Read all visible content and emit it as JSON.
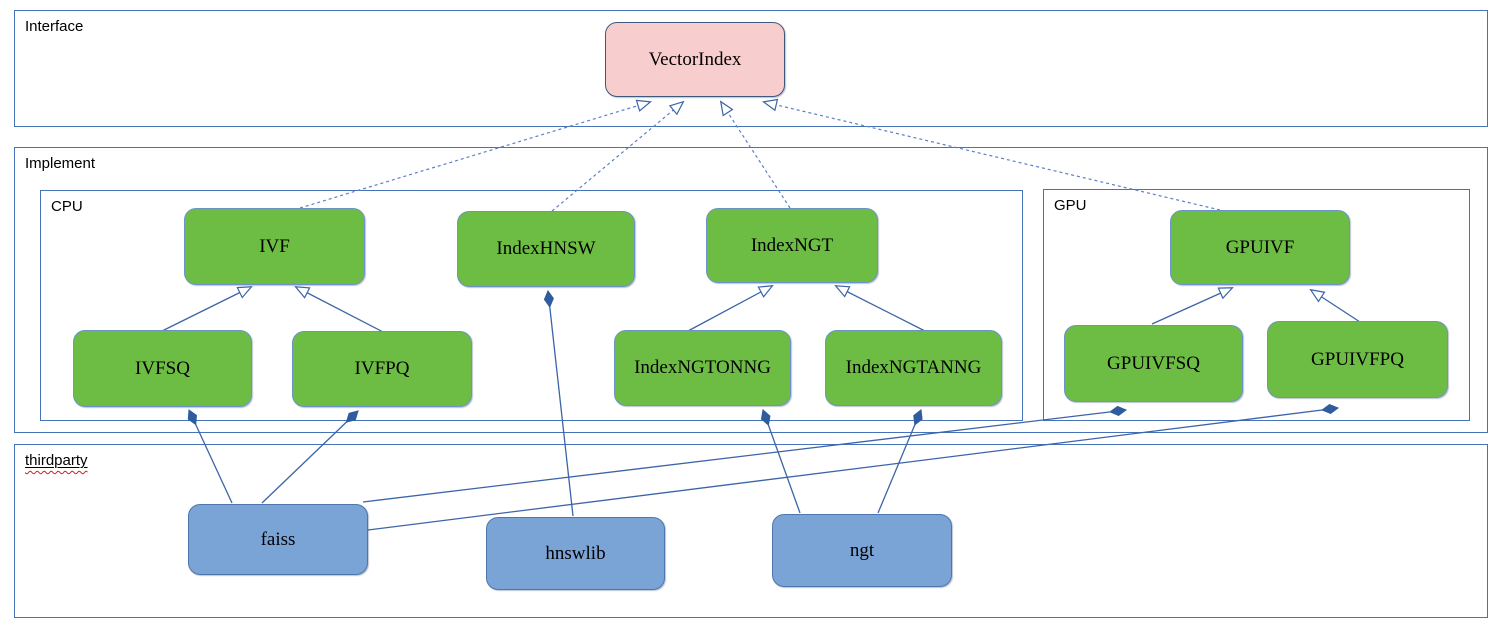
{
  "colors": {
    "node_green": "#6dbd45",
    "node_green_border": "#6b94c4",
    "node_blue": "#7aa3d6",
    "node_blue_border": "#4d77ac",
    "node_pink": "#f8cdcd",
    "node_pink_border": "#3d5a7e",
    "container_border": "#4673b8",
    "solid_edge": "#3c64a8",
    "dashed_edge": "#5b7fc7",
    "diamond": "#2e5c9e",
    "squiggle_red": "#cc1f1f"
  },
  "containers": {
    "interface": {
      "label": "Interface"
    },
    "implement": {
      "label": "Implement"
    },
    "cpu": {
      "label": "CPU"
    },
    "gpu": {
      "label": "GPU"
    },
    "thirdparty": {
      "label": "thirdparty"
    }
  },
  "nodes": {
    "vector_index": {
      "label": "VectorIndex",
      "kind": "interface"
    },
    "ivf": {
      "label": "IVF",
      "kind": "cpu-class"
    },
    "index_hnsw": {
      "label": "IndexHNSW",
      "kind": "cpu-class"
    },
    "index_ngt": {
      "label": "IndexNGT",
      "kind": "cpu-class"
    },
    "ivfsq": {
      "label": "IVFSQ",
      "kind": "cpu-class"
    },
    "ivfpq": {
      "label": "IVFPQ",
      "kind": "cpu-class"
    },
    "index_ngtonng": {
      "label": "IndexNGTONNG",
      "kind": "cpu-class"
    },
    "index_ngtanng": {
      "label": "IndexNGTANNG",
      "kind": "cpu-class"
    },
    "gpuivf": {
      "label": "GPUIVF",
      "kind": "gpu-class"
    },
    "gpuivfsq": {
      "label": "GPUIVFSQ",
      "kind": "gpu-class"
    },
    "gpuivfpq": {
      "label": "GPUIVFPQ",
      "kind": "gpu-class"
    },
    "faiss": {
      "label": "faiss",
      "kind": "thirdparty-lib"
    },
    "hnswlib": {
      "label": "hnswlib",
      "kind": "thirdparty-lib"
    },
    "ngt": {
      "label": "ngt",
      "kind": "thirdparty-lib"
    }
  },
  "edges": [
    {
      "from": "IVF",
      "to": "VectorIndex",
      "type": "realization"
    },
    {
      "from": "IndexHNSW",
      "to": "VectorIndex",
      "type": "realization"
    },
    {
      "from": "IndexNGT",
      "to": "VectorIndex",
      "type": "realization"
    },
    {
      "from": "GPUIVF",
      "to": "VectorIndex",
      "type": "realization"
    },
    {
      "from": "IVFSQ",
      "to": "IVF",
      "type": "inheritance"
    },
    {
      "from": "IVFPQ",
      "to": "IVF",
      "type": "inheritance"
    },
    {
      "from": "IndexNGTONNG",
      "to": "IndexNGT",
      "type": "inheritance"
    },
    {
      "from": "IndexNGTANNG",
      "to": "IndexNGT",
      "type": "inheritance"
    },
    {
      "from": "GPUIVFSQ",
      "to": "GPUIVF",
      "type": "inheritance"
    },
    {
      "from": "GPUIVFPQ",
      "to": "GPUIVF",
      "type": "inheritance"
    },
    {
      "from": "faiss",
      "to": "IVFSQ",
      "type": "composition"
    },
    {
      "from": "faiss",
      "to": "IVFPQ",
      "type": "composition"
    },
    {
      "from": "faiss",
      "to": "GPUIVFSQ",
      "type": "composition"
    },
    {
      "from": "faiss",
      "to": "GPUIVFPQ",
      "type": "composition"
    },
    {
      "from": "hnswlib",
      "to": "IndexHNSW",
      "type": "composition"
    },
    {
      "from": "ngt",
      "to": "IndexNGTONNG",
      "type": "composition"
    },
    {
      "from": "ngt",
      "to": "IndexNGTANNG",
      "type": "composition"
    }
  ]
}
